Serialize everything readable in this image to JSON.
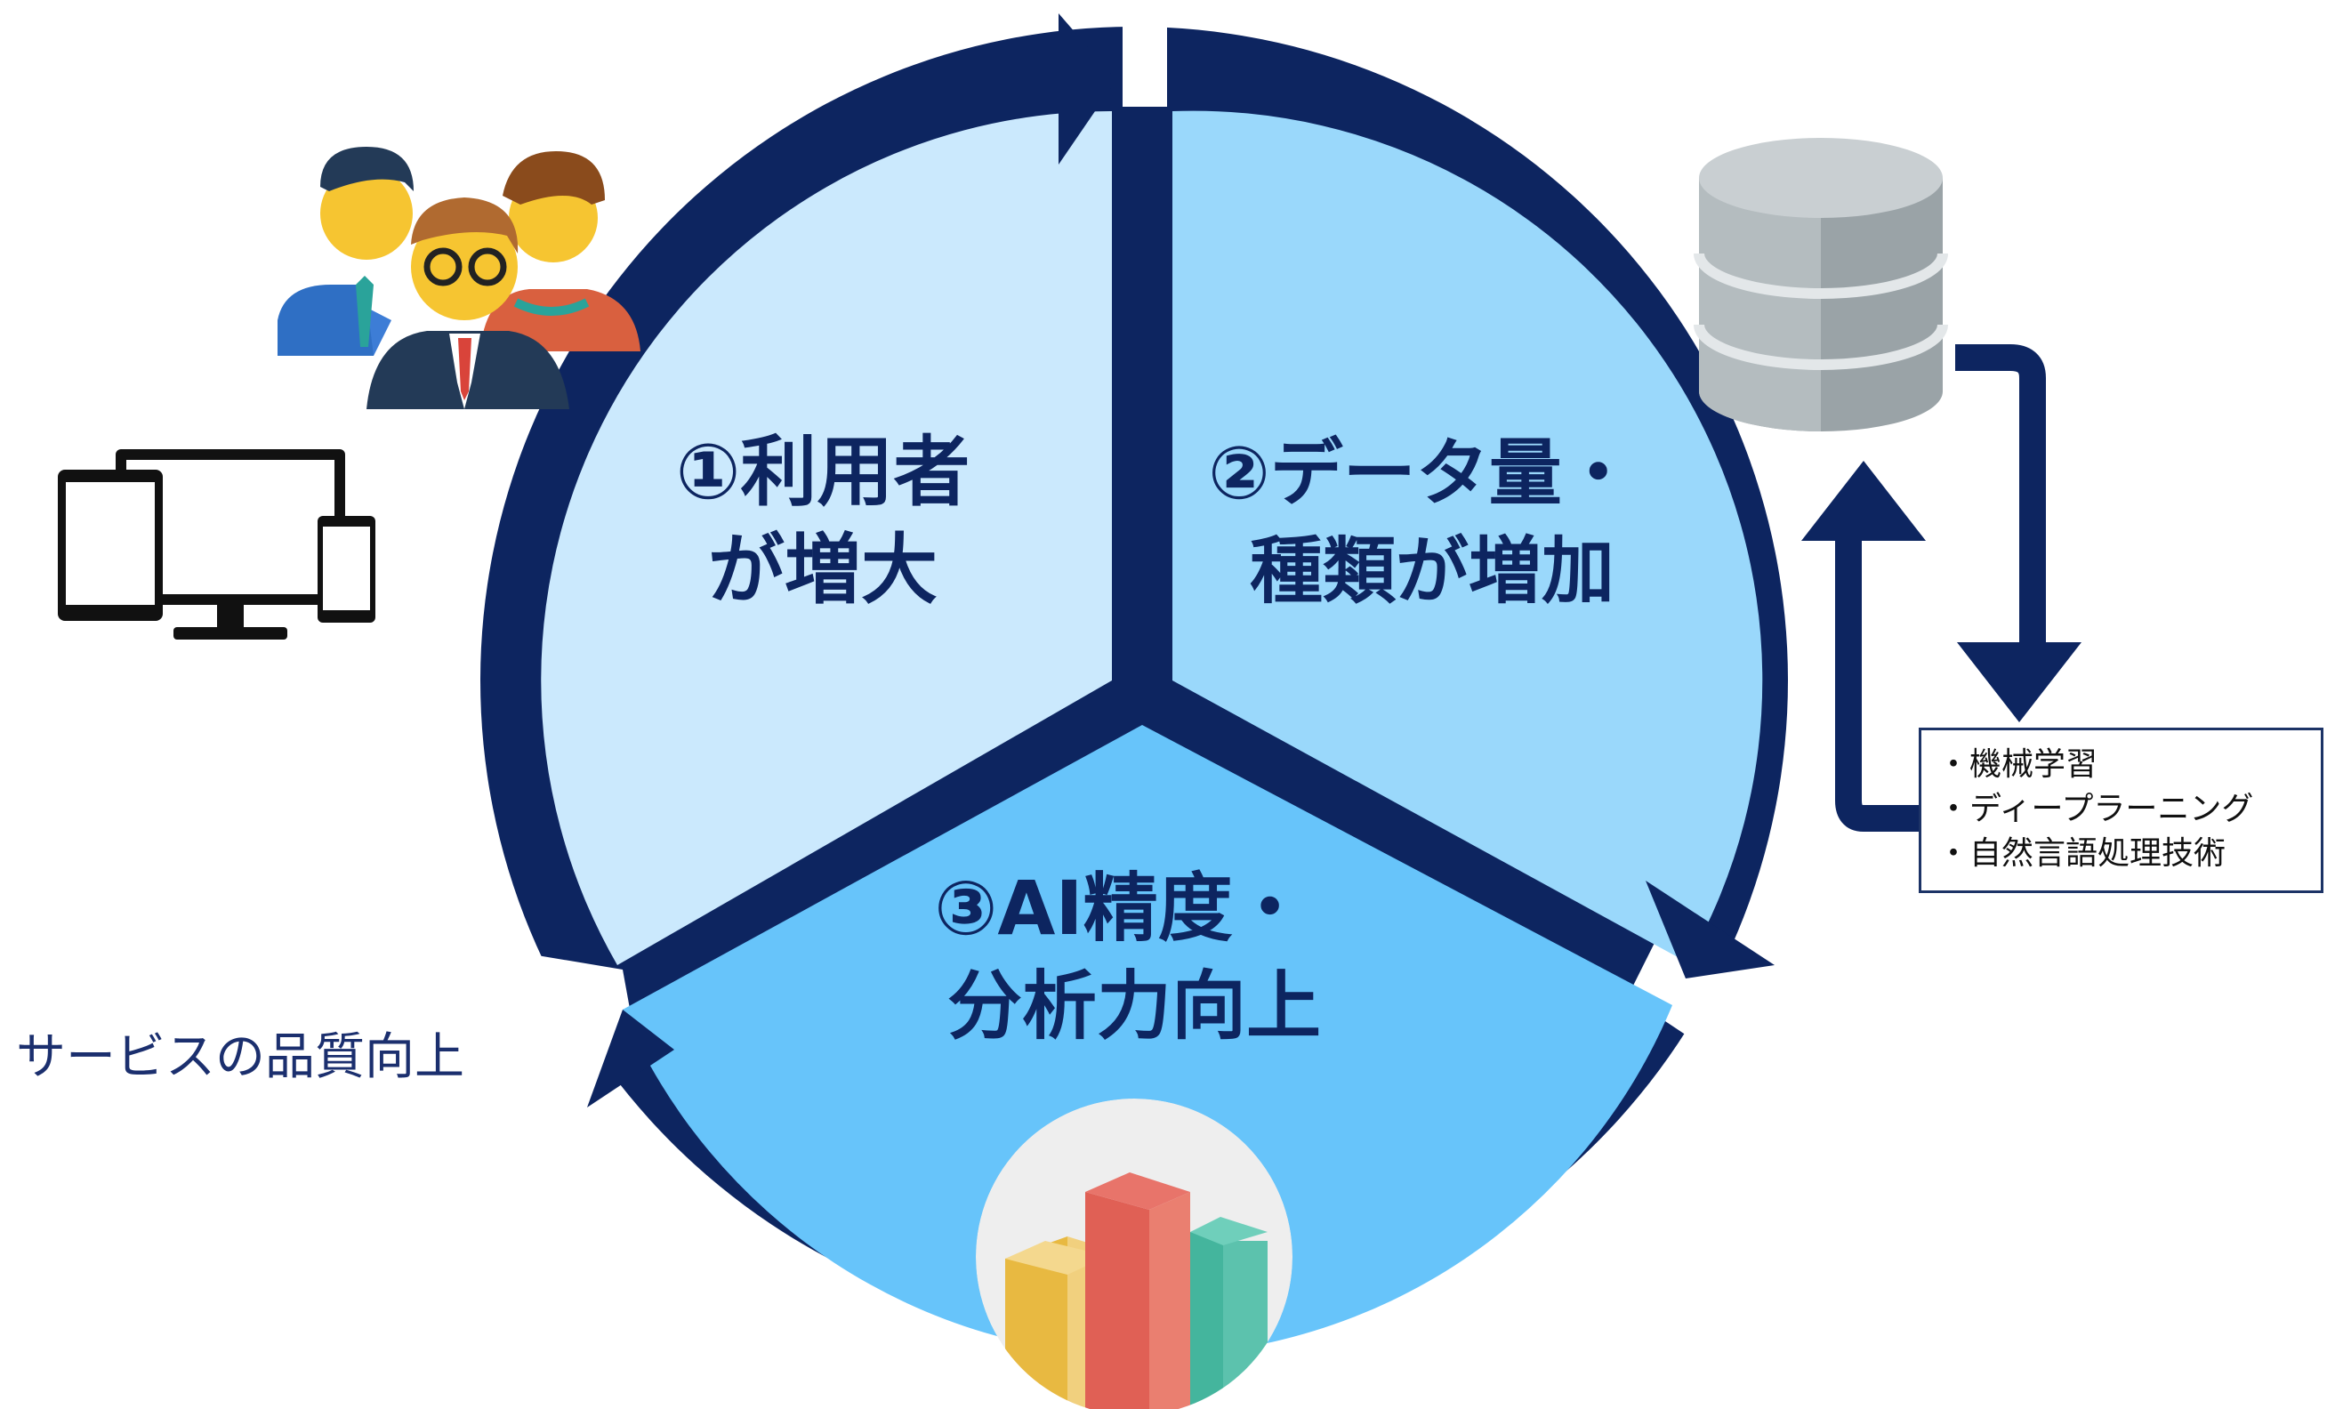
{
  "cycle": {
    "segments": [
      {
        "id": "users",
        "line1": "①利用者",
        "line2": "が増大",
        "fill": "#cbe9fd"
      },
      {
        "id": "data",
        "line1": "②データ量・",
        "line2": "種類が増加",
        "fill": "#9ad8fb"
      },
      {
        "id": "ai",
        "line1": "③AI精度・",
        "line2": "分析力向上",
        "fill": "#67c4fa"
      }
    ],
    "ring_color": "#0d2560"
  },
  "side_note": "サービスの品質向上",
  "tech_list": [
    "・機械学習",
    "・ディープラーニング",
    "・自然言語処理技術"
  ],
  "icons": [
    "users-group-icon",
    "devices-icon",
    "database-icon",
    "bar-chart-icon",
    "loop-arrow-icon"
  ]
}
